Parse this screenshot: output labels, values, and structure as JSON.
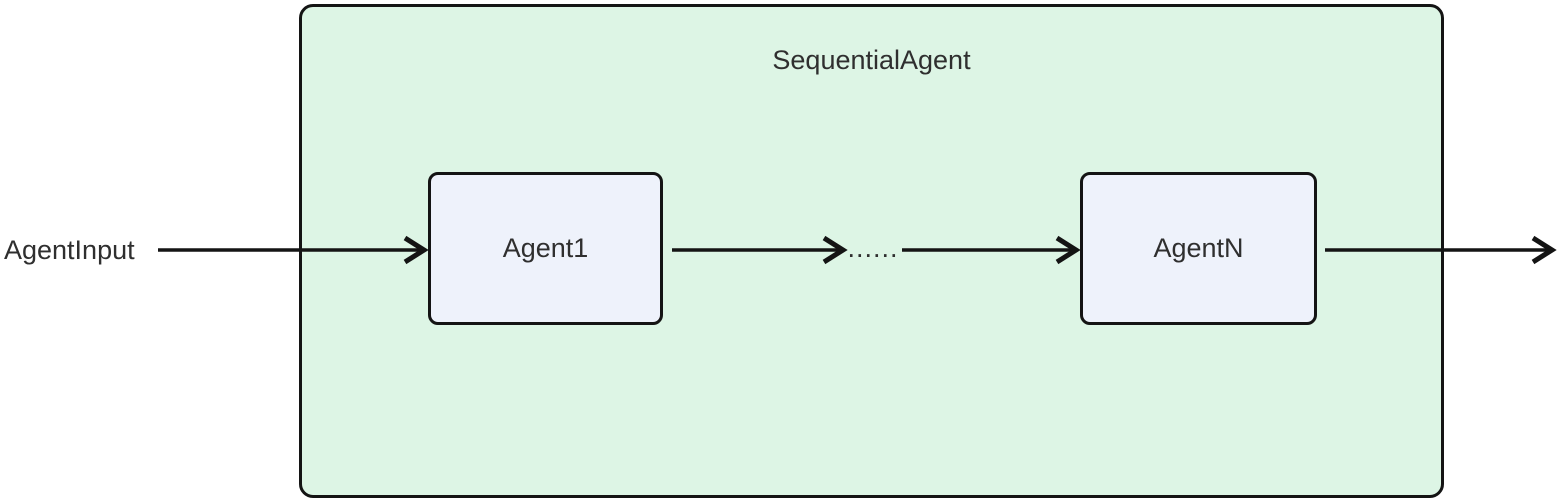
{
  "diagram": {
    "type": "flowchart-lr",
    "container": {
      "label": "SequentialAgent"
    },
    "input": {
      "label": "AgentInput"
    },
    "nodes": [
      {
        "id": "agent1",
        "label": "Agent1"
      },
      {
        "id": "agentn",
        "label": "AgentN"
      }
    ],
    "ellipsis_label": "......",
    "edges": [
      {
        "from": "AgentInput",
        "to": "Agent1"
      },
      {
        "from": "Agent1",
        "to": "......"
      },
      {
        "from": "......",
        "to": "AgentN"
      },
      {
        "from": "AgentN",
        "to": "out"
      }
    ]
  },
  "colors": {
    "container_fill": "#ddf5e5",
    "container_stroke": "#141414",
    "node_fill": "#eef2fb",
    "node_stroke": "#141414",
    "arrow": "#141414",
    "text": "#2f2f2f"
  }
}
